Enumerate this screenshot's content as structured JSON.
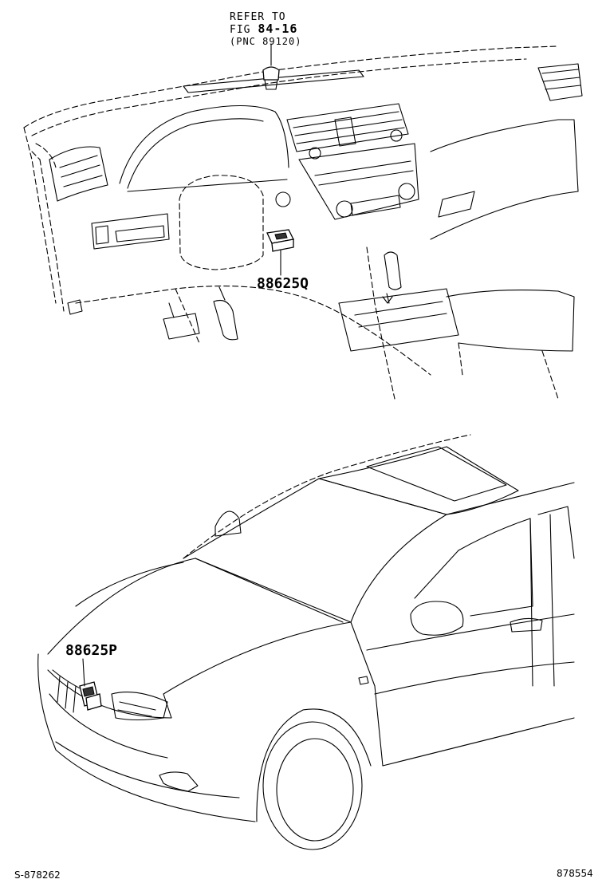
{
  "callouts": {
    "refer_line1": "REFER TO",
    "refer_fig_prefix": "FIG ",
    "refer_fig_number": "84-16",
    "refer_pnc": "(PNC 89120)",
    "part_upper": "88625Q",
    "part_lower": "88625P"
  },
  "footer": {
    "left_code": "S-878262",
    "right_code": "878554"
  }
}
